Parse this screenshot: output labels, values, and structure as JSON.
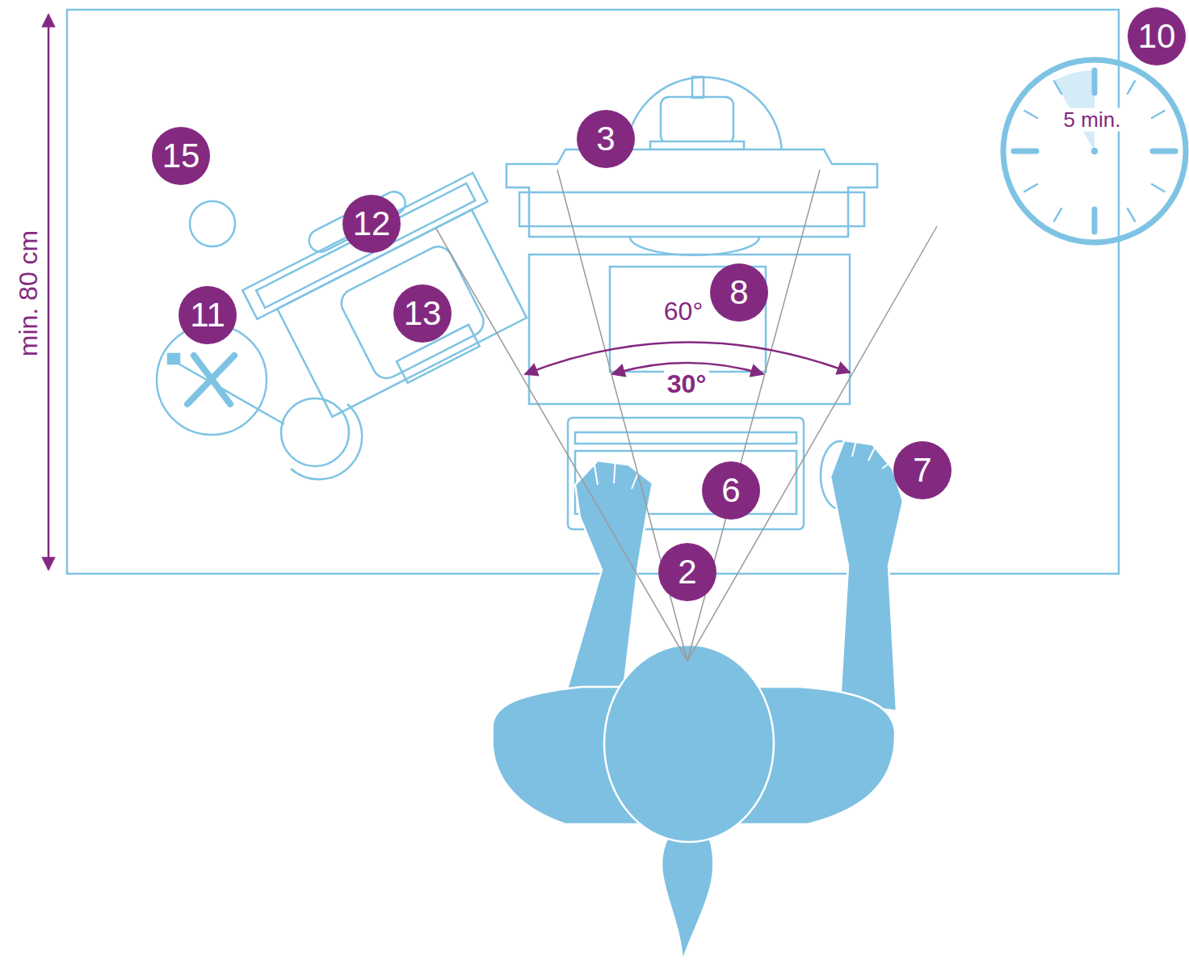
{
  "diagram": {
    "labels": [
      "10",
      "5 min.",
      "3",
      "15",
      "12",
      "8",
      "60°",
      "11",
      "13",
      "30°",
      "min. 80 cm",
      "7",
      "6",
      "2"
    ]
  }
}
